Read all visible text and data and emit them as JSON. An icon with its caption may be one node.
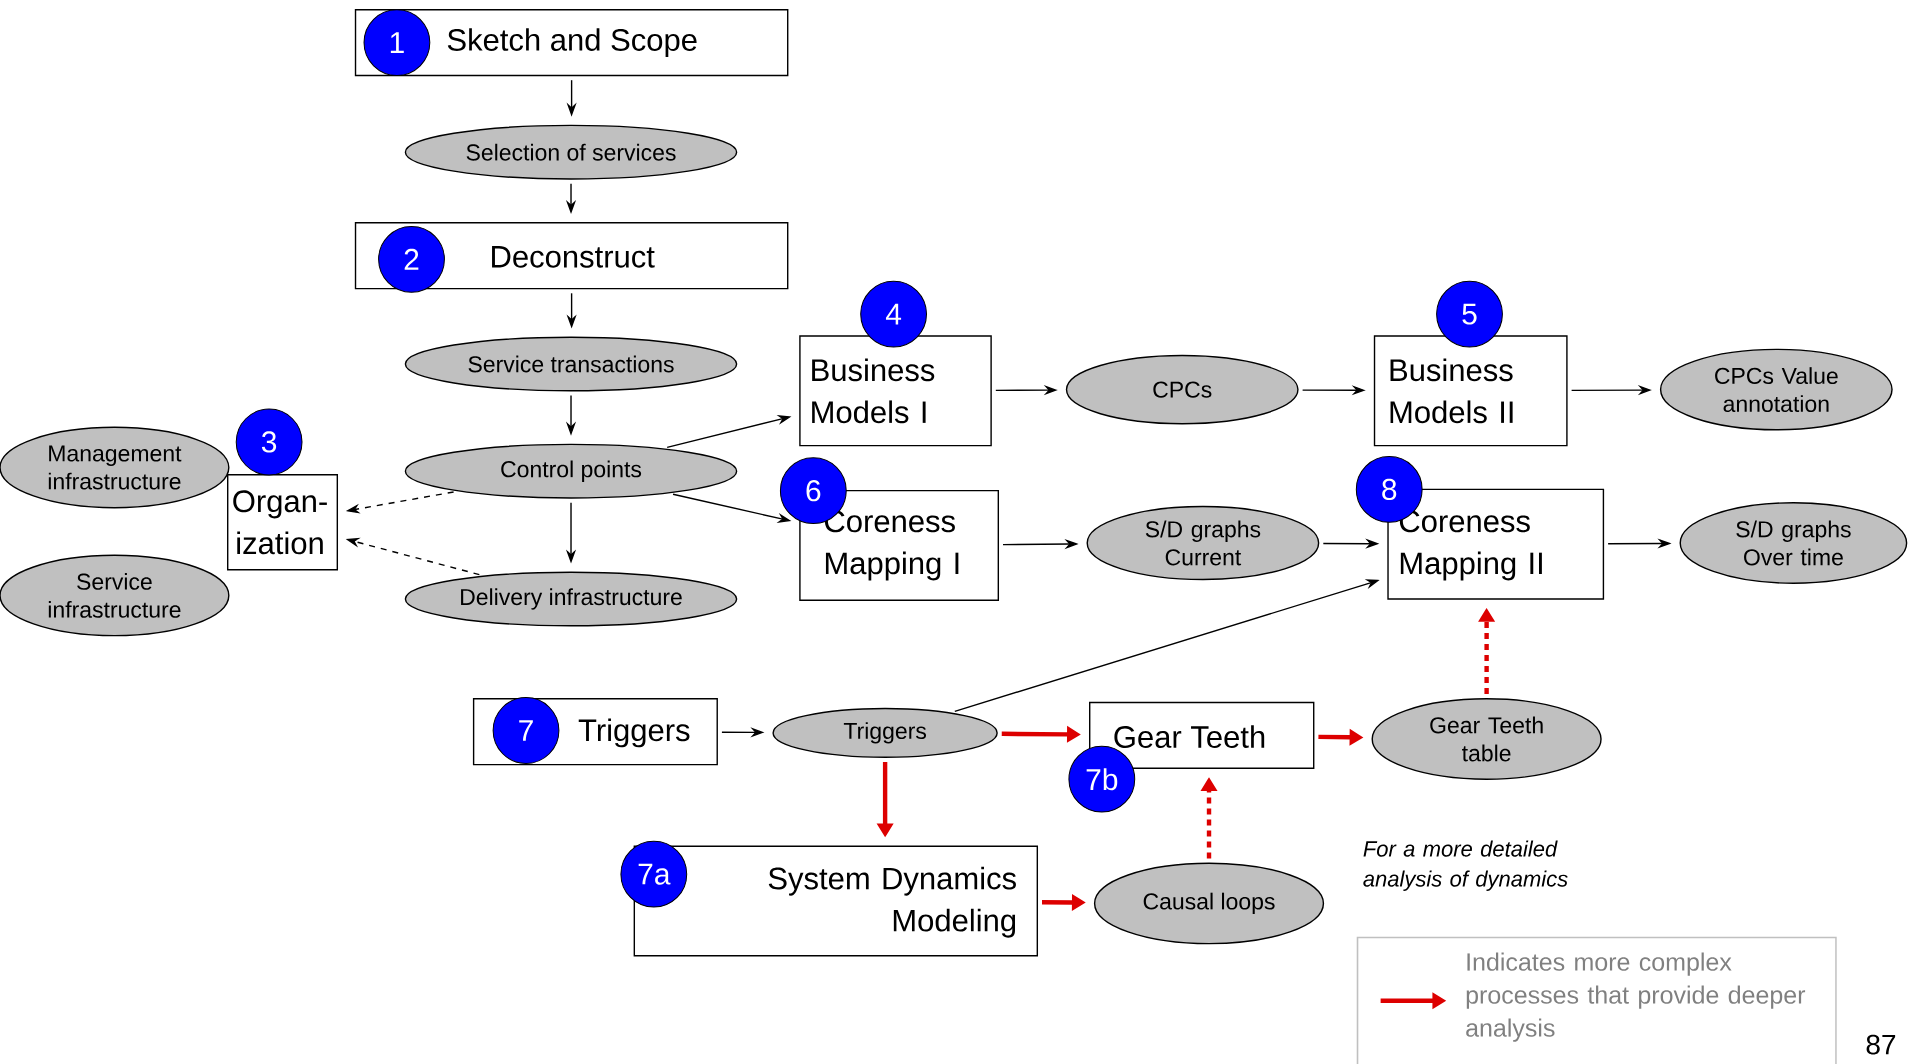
{
  "diagram": {
    "nodes": [
      {
        "text": [
          "1",
          "Sketch and Scope"
        ]
      },
      {
        "text": [
          "Selection of services"
        ]
      },
      {
        "text": [
          "2",
          "Deconstruct"
        ]
      },
      {
        "text": [
          "Service transactions"
        ]
      },
      {
        "text": [
          "Control points"
        ]
      },
      {
        "text": [
          "Delivery infrastructure"
        ]
      },
      {
        "text": [
          "Management infrastructure"
        ]
      },
      {
        "text": [
          "3",
          "Organ- ization"
        ]
      },
      {
        "text": [
          "Service infrastructure"
        ]
      },
      {
        "text": [
          "4",
          "Business Models I"
        ]
      },
      {
        "text": [
          "CPCs"
        ]
      },
      {
        "text": [
          "5",
          "Business Models II"
        ]
      },
      {
        "text": [
          "CPCs Value annotation"
        ]
      },
      {
        "text": [
          "6",
          "Coreness Mapping I"
        ]
      },
      {
        "text": [
          "S/D graphs Current"
        ]
      },
      {
        "text": [
          "8",
          "Coreness Mapping II"
        ]
      },
      {
        "text": [
          "S/D graphs Over time"
        ]
      },
      {
        "text": [
          "7",
          "Triggers"
        ]
      },
      {
        "text": [
          "Triggers"
        ]
      },
      {
        "text": [
          "Gear Teeth",
          "7b"
        ]
      },
      {
        "text": [
          "Gear Teeth table"
        ]
      },
      {
        "text": [
          "7a",
          "System Dynamics Modeling"
        ]
      },
      {
        "text": [
          "Causal loops"
        ]
      }
    ],
    "edges": [
      {
        "from": 0,
        "to": 1,
        "arrow": "to"
      },
      {
        "from": 1,
        "to": 2,
        "arrow": "to"
      },
      {
        "from": 2,
        "to": 3,
        "arrow": "to"
      },
      {
        "from": 3,
        "to": 4,
        "arrow": "to"
      },
      {
        "from": 4,
        "to": 5,
        "arrow": "to"
      },
      {
        "from": 4,
        "to": 7,
        "arrow": "to",
        "style": "dashed"
      },
      {
        "from": 5,
        "to": 7,
        "arrow": "to",
        "style": "dashed"
      },
      {
        "from": 4,
        "to": 9,
        "arrow": "to"
      },
      {
        "from": 4,
        "to": 13,
        "arrow": "to"
      },
      {
        "from": 9,
        "to": 10,
        "arrow": "to"
      },
      {
        "from": 10,
        "to": 11,
        "arrow": "to"
      },
      {
        "from": 11,
        "to": 12,
        "arrow": "to"
      },
      {
        "from": 13,
        "to": 14,
        "arrow": "to"
      },
      {
        "from": 14,
        "to": 15,
        "arrow": "to"
      },
      {
        "from": 15,
        "to": 16,
        "arrow": "to"
      },
      {
        "from": 17,
        "to": 18,
        "arrow": "to"
      },
      {
        "from": 18,
        "to": 15,
        "arrow": "to"
      },
      {
        "from": 18,
        "to": 19,
        "arrow": "to",
        "style": "thick",
        "color": "#dd0000"
      },
      {
        "from": 18,
        "to": 21,
        "arrow": "to",
        "style": "thick",
        "color": "#dd0000"
      },
      {
        "from": 21,
        "to": 22,
        "arrow": "to",
        "style": "thick",
        "color": "#dd0000"
      },
      {
        "from": 22,
        "to": 19,
        "arrow": "to",
        "style": "dashed",
        "color": "#dd0000"
      },
      {
        "from": 19,
        "to": 20,
        "arrow": "to",
        "style": "thick",
        "color": "#dd0000"
      },
      {
        "from": 20,
        "to": 15,
        "arrow": "to",
        "style": "dashed",
        "color": "#dd0000"
      }
    ],
    "labels": [
      "For a more detailed analysis of dynamics",
      "87"
    ],
    "legend": [
      {
        "text": "Indicates more complex processes that provide deeper analysis"
      }
    ]
  }
}
